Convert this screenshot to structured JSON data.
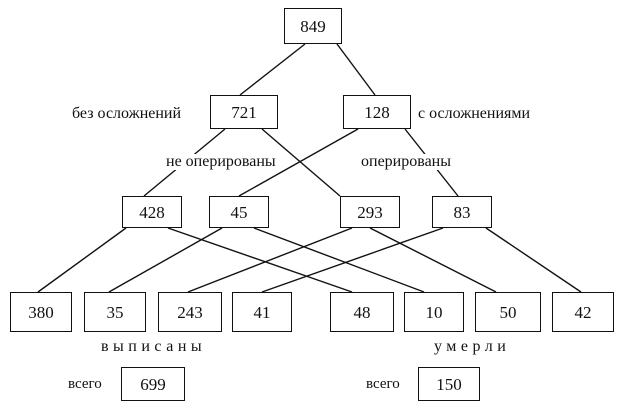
{
  "nodes": {
    "root": "849",
    "no_complications": "721",
    "complications": "128",
    "n428": "428",
    "n45": "45",
    "n293": "293",
    "n83": "83",
    "n380": "380",
    "n35": "35",
    "n243": "243",
    "n41": "41",
    "n48": "48",
    "n10": "10",
    "n50": "50",
    "n42": "42",
    "total_discharged": "699",
    "total_died": "150"
  },
  "labels": {
    "no_complications": "без осложнений",
    "with_complications": "с осложнениями",
    "not_operated": "не оперированы",
    "operated": "оперированы",
    "discharged": "выписаны",
    "died": "умерли",
    "total_left": "всего",
    "total_right": "всего"
  }
}
